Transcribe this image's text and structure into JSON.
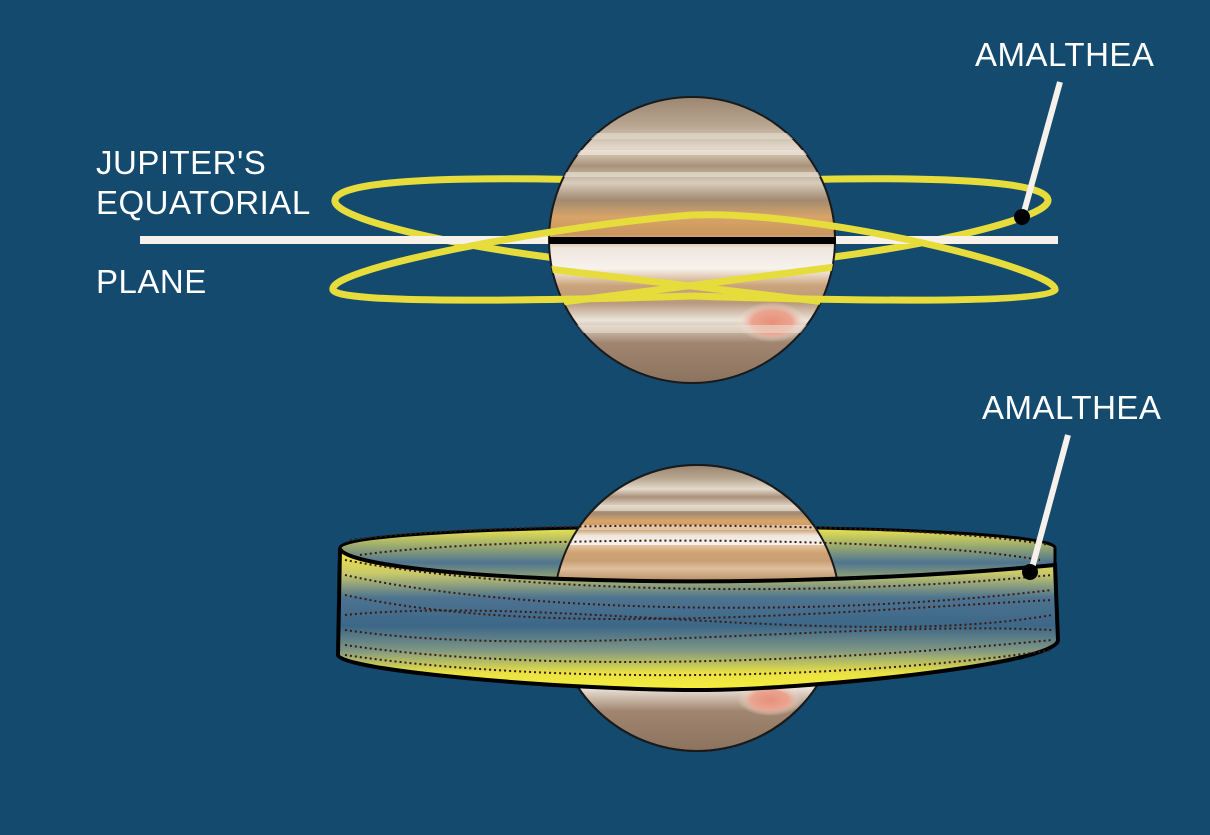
{
  "diagram": {
    "background_color": "#134a6e",
    "orbit_color": "#e6dc3c",
    "plane_line_color": "#f7f1ec",
    "top_panel": {
      "labels": {
        "plane_line1": "JUPITER'S",
        "plane_line2": "EQUATORIAL",
        "plane_line3": "PLANE",
        "moon": "AMALTHEA"
      },
      "description": "Inclined orbit of Amalthea crossing Jupiter's equatorial plane"
    },
    "bottom_panel": {
      "labels": {
        "moon": "AMALTHEA"
      },
      "description": "Precessing orbit sweeping out a band (gossamer ring) around Jupiter"
    }
  }
}
